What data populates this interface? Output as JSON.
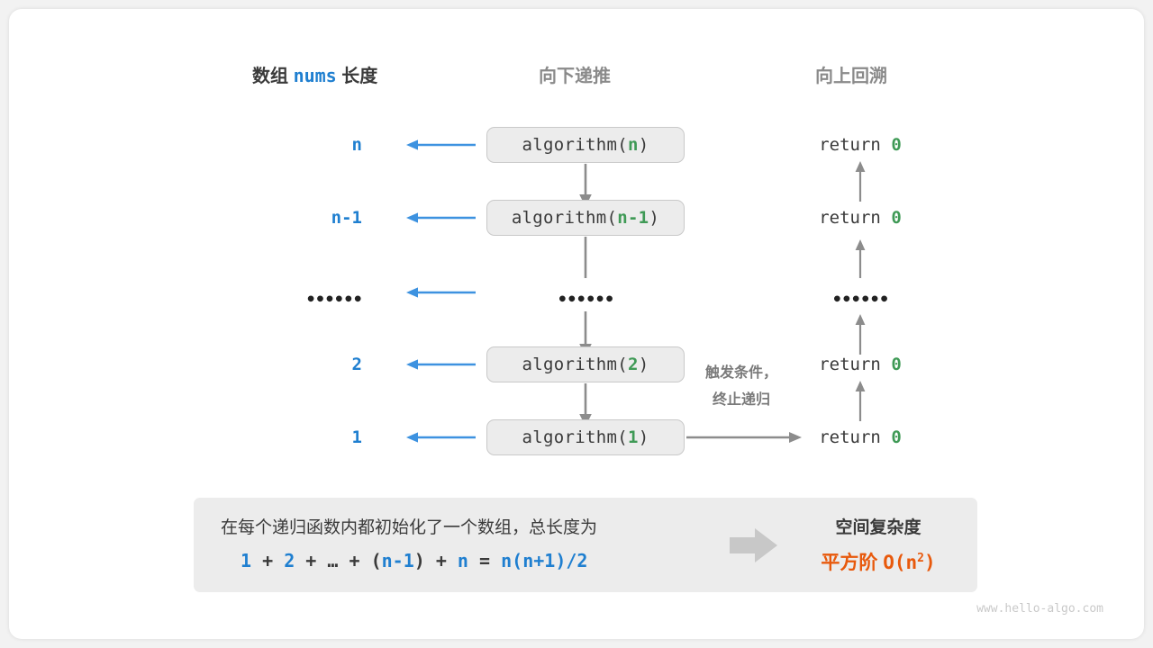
{
  "headers": {
    "left_prefix": "数组",
    "left_mono": "nums",
    "left_suffix": "长度",
    "middle": "向下递推",
    "right": "向上回溯"
  },
  "rows": [
    {
      "length": "n",
      "call_prefix": "algorithm(",
      "call_arg": "n",
      "call_suffix": ")",
      "return_text": "return",
      "return_value": "0"
    },
    {
      "length": "n-1",
      "call_prefix": "algorithm(",
      "call_arg": "n-1",
      "call_suffix": ")",
      "return_text": "return",
      "return_value": "0"
    },
    {
      "length": "••••••",
      "call_prefix": "••••••",
      "call_arg": "",
      "call_suffix": "",
      "return_text": "••••••",
      "return_value": ""
    },
    {
      "length": "2",
      "call_prefix": "algorithm(",
      "call_arg": "2",
      "call_suffix": ")",
      "return_text": "return",
      "return_value": "0"
    },
    {
      "length": "1",
      "call_prefix": "algorithm(",
      "call_arg": "1",
      "call_suffix": ")",
      "return_text": "return",
      "return_value": "0"
    }
  ],
  "note": {
    "line1": "触发条件，",
    "line2": "终止递归"
  },
  "summary": {
    "text": "在每个递归函数内都初始化了一个数组，总长度为",
    "formula": {
      "t1": "1",
      "op1": "+",
      "t2": "2",
      "op2": "+",
      "t3": "…",
      "op3": "+",
      "paren_open": "(",
      "t4": "n-1",
      "paren_close": ")",
      "op4": "+",
      "t5": "n",
      "eq": "=",
      "result": "n(n+1)/2"
    },
    "right_title": "空间复杂度",
    "right_label": "平方阶",
    "right_notation_base": "O(n",
    "right_notation_exp": "2",
    "right_notation_close": ")"
  },
  "watermark": "www.hello-algo.com",
  "colors": {
    "blue": "#1f7fd0",
    "green": "#3f9a56",
    "orange": "#e8590c",
    "gray_text": "#8a8a8a",
    "dark_text": "#3a3a3a",
    "box_fill": "#ececec",
    "box_border": "#c9c9c9",
    "arrow_gray": "#8c8c8c",
    "arrow_blue": "#3d92e0"
  }
}
